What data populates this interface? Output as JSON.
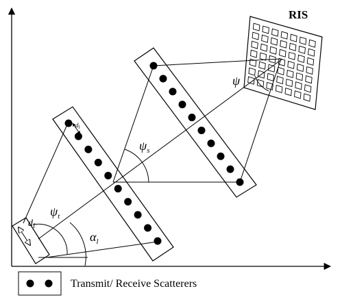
{
  "ris_label": "RIS",
  "angles": {
    "psi": "ψ",
    "psi_s_base": "ψ",
    "psi_s_sub": "s",
    "psi_t_base": "ψ",
    "psi_t_sub": "t",
    "alpha_base": "α",
    "alpha_sub": "l"
  },
  "distances": {
    "d_large_base": "d",
    "d_large_sub": "l",
    "d_small_base": "d",
    "d_small_sub": "l"
  },
  "legend": {
    "label": "Transmit/ Receive Scatterers"
  },
  "colors": {
    "ink": "#000000",
    "background": "#ffffff"
  }
}
